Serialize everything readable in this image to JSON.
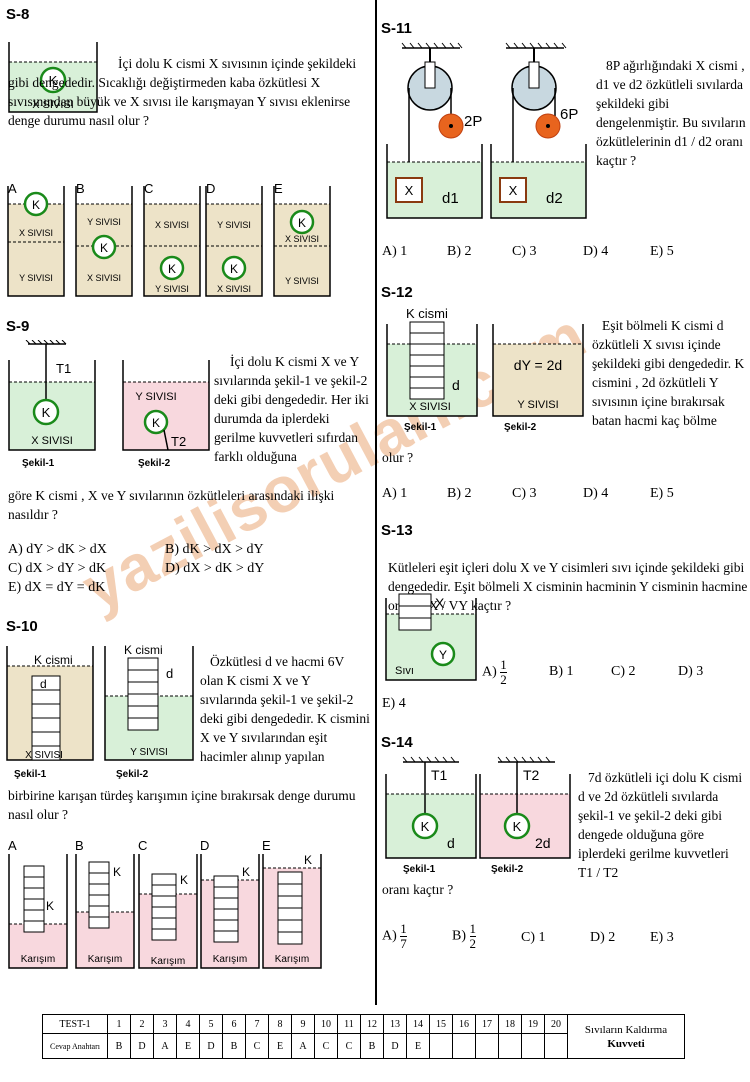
{
  "s8": {
    "num": "S-8",
    "text": "İçi dolu K cismi X sıvısının içinde şekildeki gibi dengededir. Sıcaklığı değiştirmeden kaba özkütlesi X sıvısınından büyük ve X sıvısı ile karışmayan Y sıvısı eklenirse denge durumu nasıl olur ?",
    "fig_k": "K",
    "fig_liquid": "X SIVISI",
    "opt_letters": [
      "A",
      "B",
      "C",
      "D",
      "E"
    ],
    "x_liq": "X SIVISI",
    "y_liq": "Y SIVISI",
    "k": "K"
  },
  "s9": {
    "num": "S-9",
    "text1": "İçi dolu K cismi X ve Y sıvılarında şekil-1 ve şekil-2 deki gibi dengededir. Her iki durumda da iplerdeki gerilme kuvvetleri sıfırdan farklı olduğuna",
    "text2": "göre K cismi , X ve Y sıvılarının özkütleleri arasındaki ilişki nasıldır ?",
    "t1": "T1",
    "t2": "T2",
    "k": "K",
    "x_liq": "X SIVISI",
    "y_liq": "Y SIVISI",
    "sekil1": "Şekil-1",
    "sekil2": "Şekil-2",
    "optA": "A) dY > dK > dX",
    "optB": "B) dK > dX > dY",
    "optC": "C) dX > dY > dK",
    "optD": "D) dX > dK > dY",
    "optE": "E) dX = dY = dK"
  },
  "s10": {
    "num": "S-10",
    "text1": "Özkütlesi d ve hacmi 6V olan K cismi X ve Y sıvılarında şekil-1 ve şekil-2 deki gibi dengededir. K cismini X ve Y sıvılarından eşit hacimler alınıp yapılan",
    "text2": "birbirine karışan türdeş karışımın içine bırakırsak denge durumu nasıl olur ?",
    "k_cismi": "K cismi",
    "d": "d",
    "x_liq": "X SIVISI",
    "y_liq": "Y SIVISI",
    "sekil1": "Şekil-1",
    "sekil2": "Şekil-2",
    "opt_letters": [
      "A",
      "B",
      "C",
      "D",
      "E"
    ],
    "k": "K",
    "karisim": "Karışım"
  },
  "s11": {
    "num": "S-11",
    "text": "8P ağırlığındaki X cismi , d1 ve d2 özkütleli sıvılarda şekildeki gibi dengelenmiştir. Bu sıvıların özkütlelerinin d1 / d2 oranı kaçtır ?",
    "p1": "2P",
    "p2": "6P",
    "x": "X",
    "d1": "d1",
    "d2": "d2",
    "opts": [
      "A) 1",
      "B) 2",
      "C) 3",
      "D) 4",
      "E) 5"
    ]
  },
  "s12": {
    "num": "S-12",
    "text1": "Eşit bölmeli K cismi d özkütleli X sıvısı içinde şekildeki gibi dengededir. K cismini , 2d özkütleli Y sıvısının içine bırakırsak batan hacmi kaç bölme",
    "text2": "olur ?",
    "k_cismi": "K cismi",
    "d": "d",
    "dy": "dY = 2d",
    "x_liq": "X SIVISI",
    "y_liq": "Y SIVISI",
    "sekil1": "Şekil-1",
    "sekil2": "Şekil-2",
    "opts": [
      "A) 1",
      "B) 2",
      "C) 3",
      "D) 4",
      "E) 5"
    ]
  },
  "s13": {
    "num": "S-13",
    "text": "Kütleleri eşit içleri dolu X ve Y cisimleri sıvı içinde şekildeki gibi dengededir. Eşit bölmeli X cisminin hacminin Y cisminin hacmine oranı VX / VY kaçtır ?",
    "x": "X",
    "y": "Y",
    "sivi": "Sıvı",
    "optA": "A)",
    "optA_num": "1",
    "optA_den": "2",
    "optB": "B) 1",
    "optC": "C) 2",
    "optD": "D) 3",
    "optE": "E) 4"
  },
  "s14": {
    "num": "S-14",
    "text1": "7d özkütleli içi dolu K cismi d ve 2d özkütleli sıvılarda şekil-1 ve şekil-2 deki gibi dengede olduğuna göre iplerdeki gerilme kuvvetleri T1 / T2",
    "text2": "oranı kaçtır ?",
    "t1": "T1",
    "t2": "T2",
    "k": "K",
    "d": "d",
    "d2": "2d",
    "sekil1": "Şekil-1",
    "sekil2": "Şekil-2",
    "optA": "A)",
    "optA_num": "1",
    "optA_den": "7",
    "optB": "B)",
    "optB_num": "1",
    "optB_den": "2",
    "optC": "C) 1",
    "optD": "D) 2",
    "optE": "E) 3"
  },
  "watermark": "yazilisorulari.com",
  "answer_table": {
    "test_label": "TEST-1",
    "key_label": "Cevap Anahtarı",
    "numbers": [
      "1",
      "2",
      "3",
      "4",
      "5",
      "6",
      "7",
      "8",
      "9",
      "10",
      "11",
      "12",
      "13",
      "14",
      "15",
      "16",
      "17",
      "18",
      "19",
      "20"
    ],
    "answers": [
      "B",
      "D",
      "A",
      "E",
      "D",
      "B",
      "C",
      "E",
      "A",
      "C",
      "C",
      "B",
      "D",
      "E",
      "",
      "",
      "",
      "",
      "",
      ""
    ],
    "title1": "Sıvıların Kaldırma",
    "title2": "Kuvveti"
  },
  "colors": {
    "green_liquid": "#d8f0d8",
    "pink_liquid": "#f8d8de",
    "tan_liquid": "#ede3c8",
    "ball_green": "#1a8a1a",
    "weight_orange": "#e8641e",
    "box_brown": "#8a3a10",
    "watermark": "#f2c7a8"
  }
}
